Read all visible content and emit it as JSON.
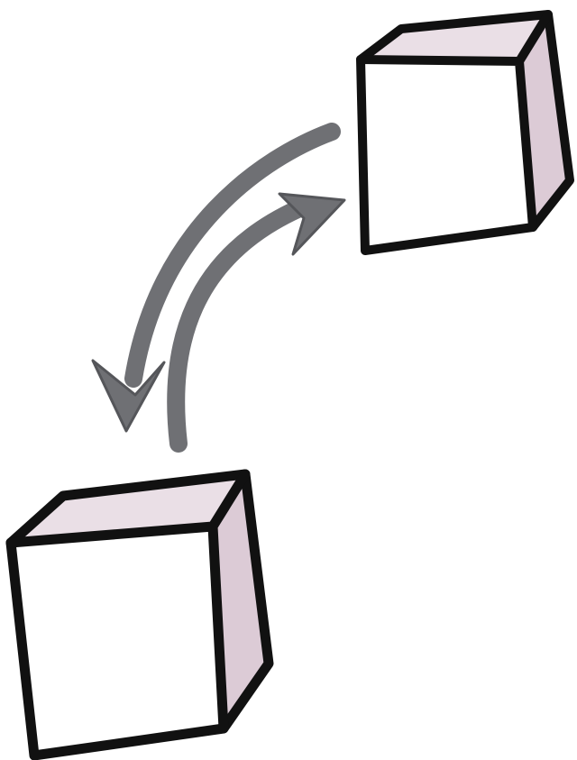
{
  "diagram": {
    "colors": {
      "background": "#ffffff",
      "outline": "#111111",
      "face_tint": "#eadfe6",
      "face_tint_deep": "#dccbd6",
      "arrow": "#6f7074",
      "arrow_dark": "#55565a"
    },
    "elements": [
      {
        "name": "cube-top-right",
        "shape": "cube"
      },
      {
        "name": "cube-bottom-left",
        "shape": "cube"
      },
      {
        "name": "arrow-to-bottom-cube",
        "shape": "curved-arrow"
      },
      {
        "name": "arrow-to-top-cube",
        "shape": "curved-arrow"
      }
    ]
  }
}
